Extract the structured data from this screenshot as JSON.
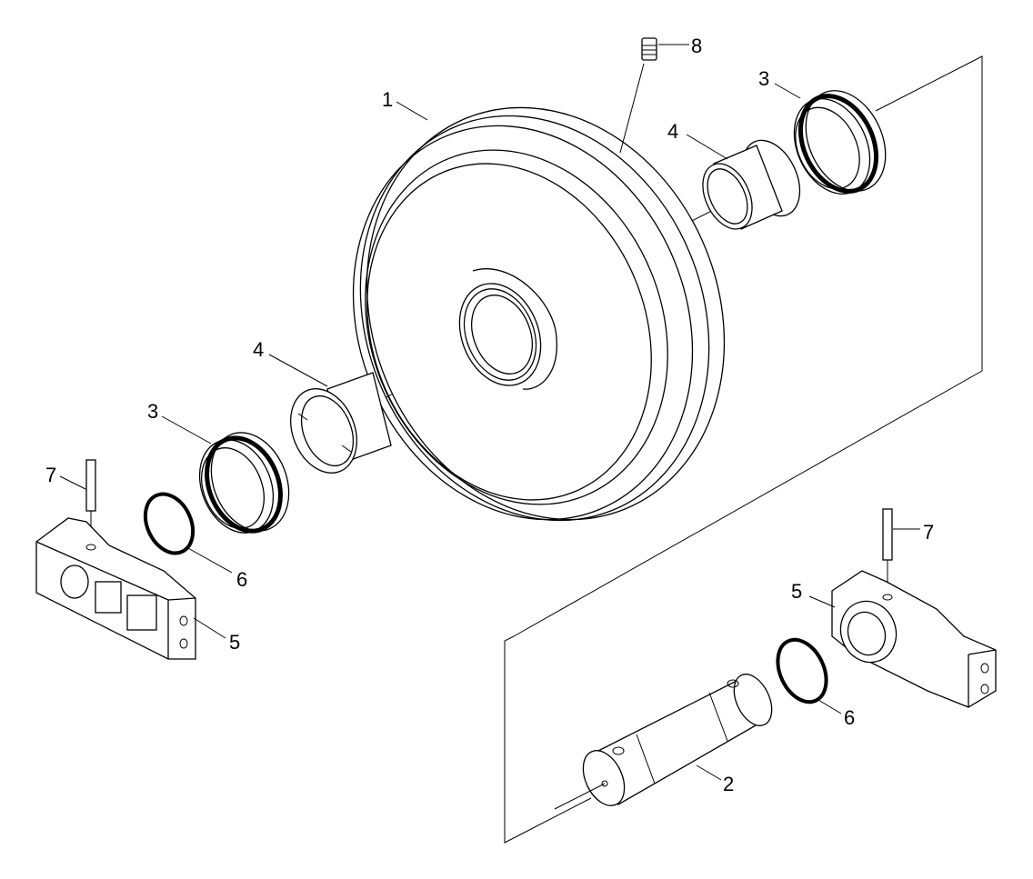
{
  "labels": {
    "wheel": "1",
    "shaft": "2",
    "seal_left": "3",
    "seal_right": "3",
    "bushing_left": "4",
    "bushing_right": "4",
    "bracket_left": "5",
    "bracket_right": "5",
    "oring_left": "6",
    "oring_right": "6",
    "pin_left": "7",
    "pin_right": "7",
    "plug": "8"
  }
}
